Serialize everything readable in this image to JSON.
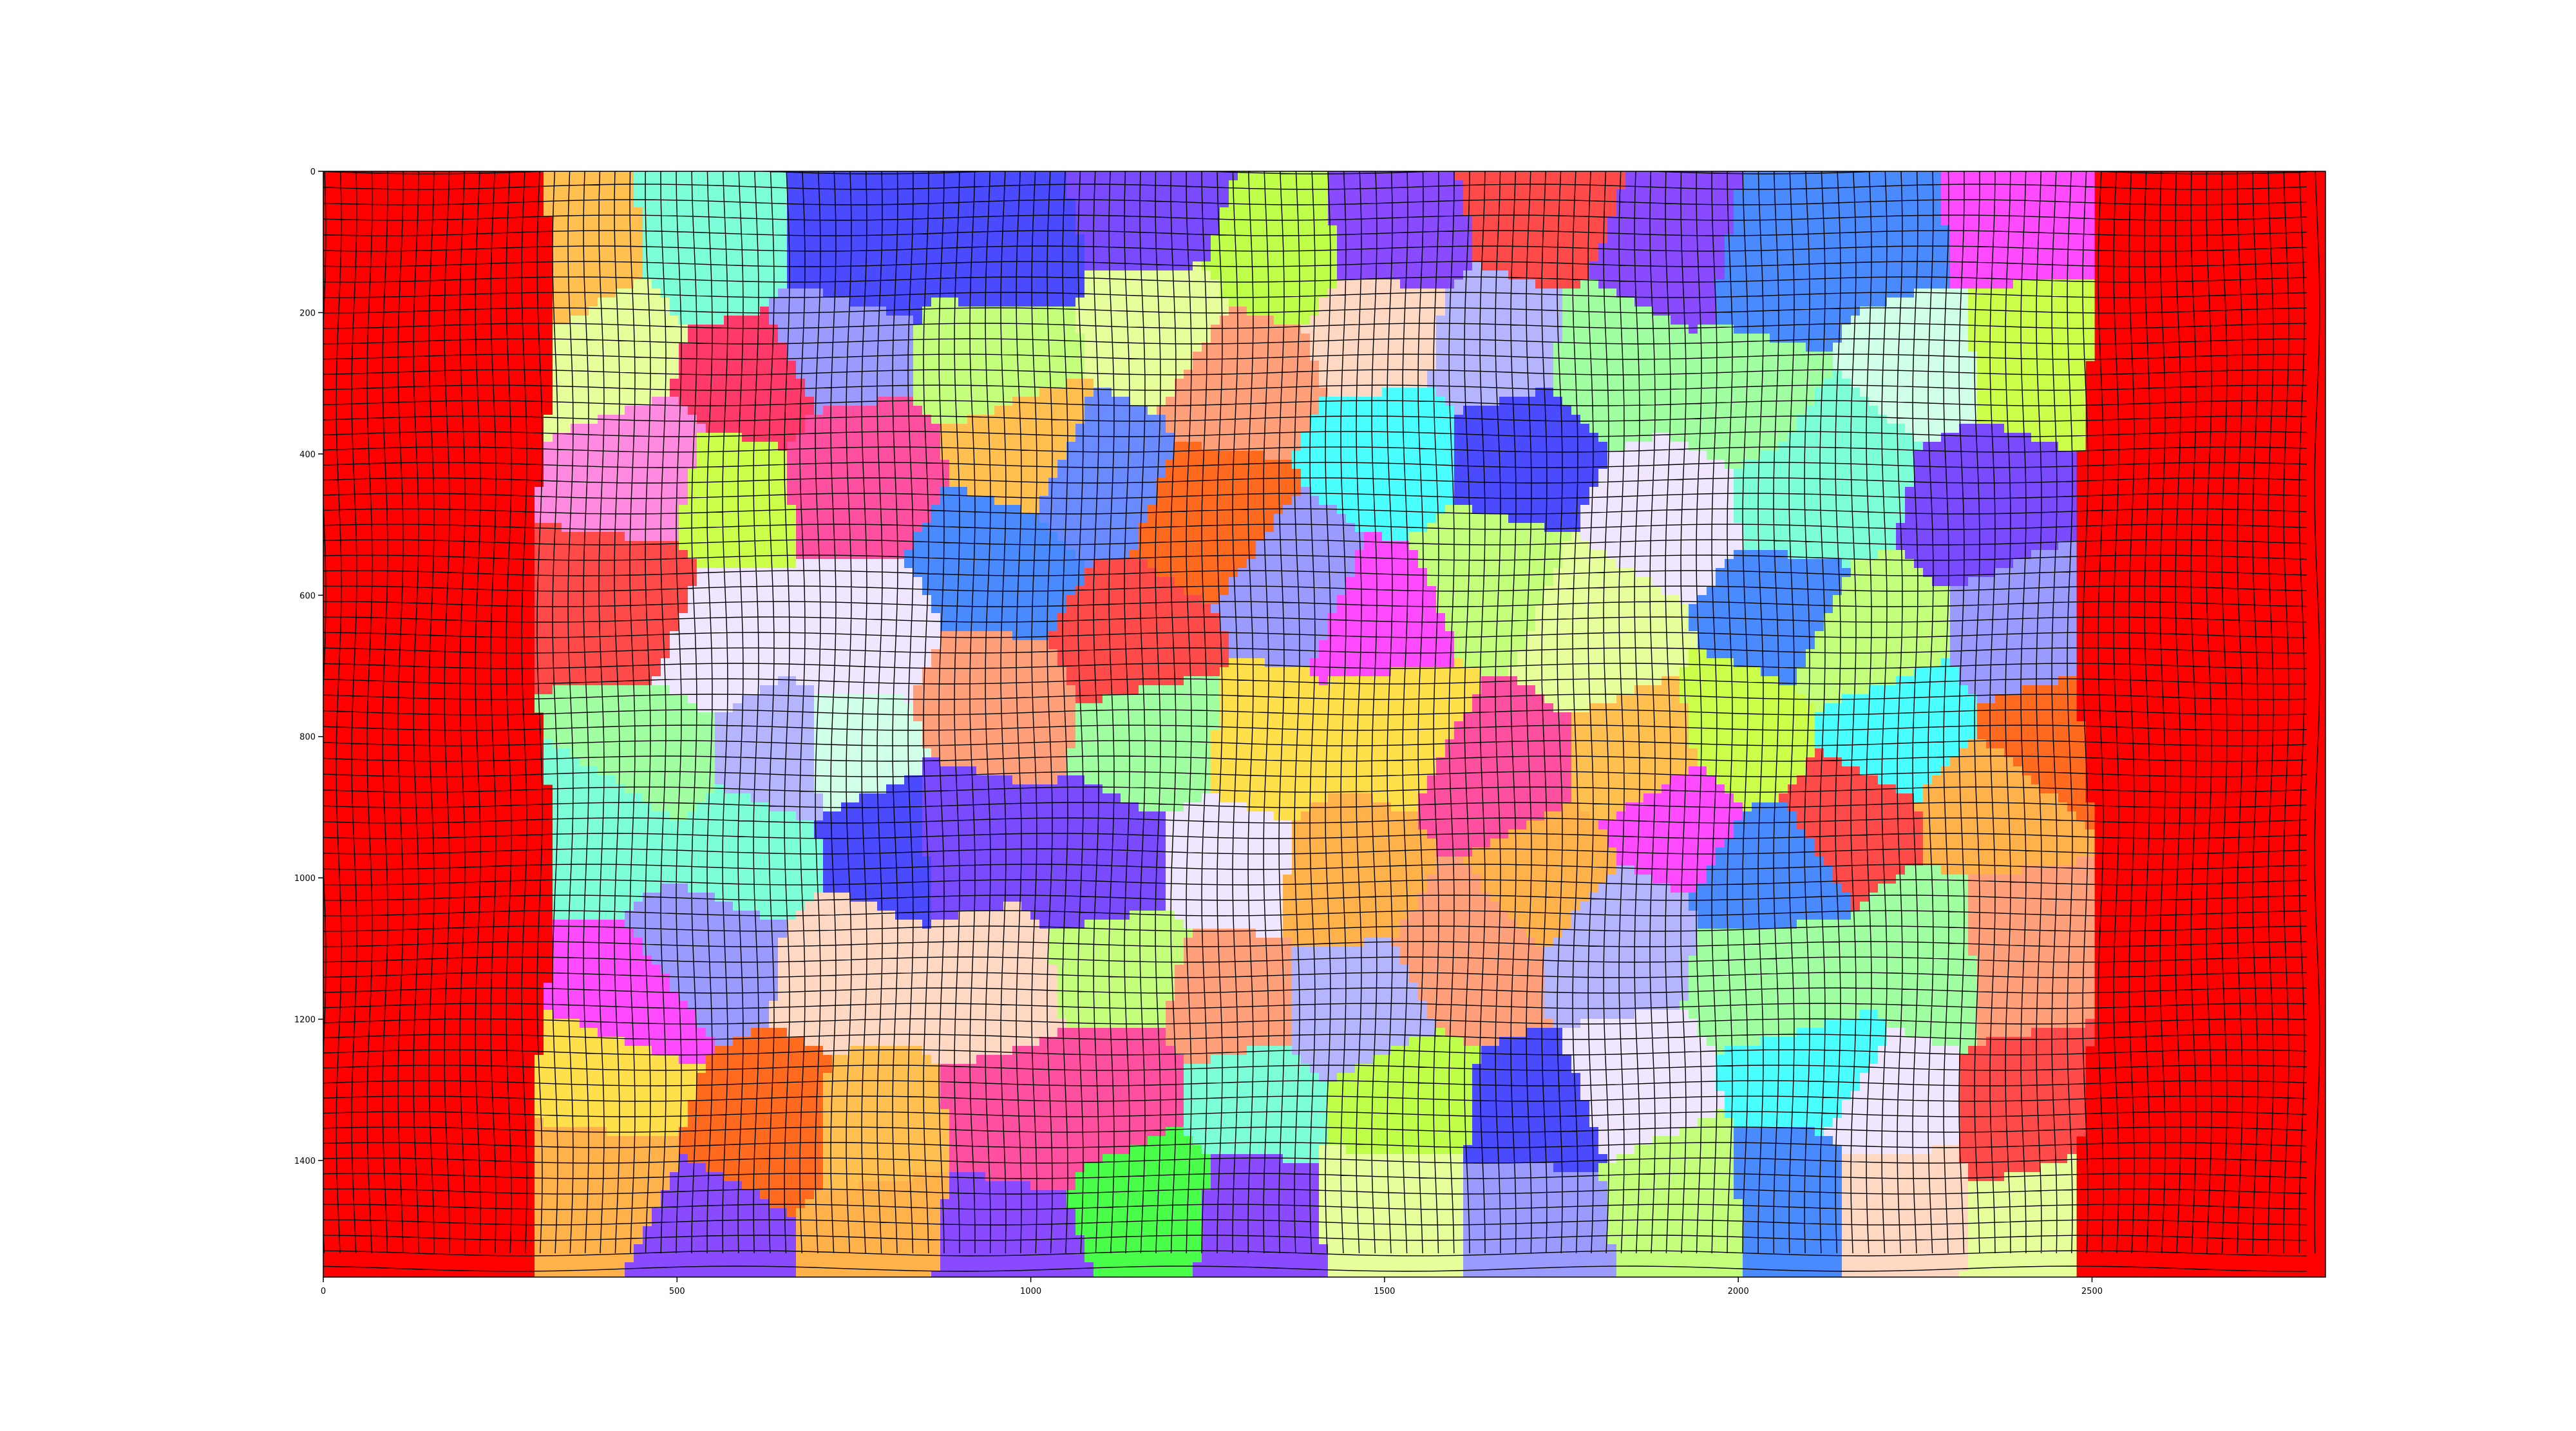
{
  "figure": {
    "type": "polycrystal mesh",
    "x_ticks": [
      {
        "value": 0,
        "label": "0"
      },
      {
        "value": 500,
        "label": "500"
      },
      {
        "value": 1000,
        "label": "1000"
      },
      {
        "value": 1500,
        "label": "1500"
      },
      {
        "value": 2000,
        "label": "2000"
      },
      {
        "value": 2500,
        "label": "2500"
      }
    ],
    "y_ticks": [
      {
        "value": 0,
        "label": "0"
      },
      {
        "value": 200,
        "label": "200"
      },
      {
        "value": 400,
        "label": "400"
      },
      {
        "value": 600,
        "label": "600"
      },
      {
        "value": 800,
        "label": "800"
      },
      {
        "value": 1000,
        "label": "1000"
      },
      {
        "value": 1200,
        "label": "1200"
      },
      {
        "value": 1400,
        "label": "1400"
      }
    ],
    "x_range": [
      0,
      2830
    ],
    "y_range": [
      0,
      1565
    ],
    "y_inverted": true,
    "mesh_line_color": "#000000",
    "border_grain_color": "#ff0000",
    "grain_palette": [
      "#ff6a1e",
      "#ff4fa0",
      "#ffc04f",
      "#4affff",
      "#7cffd9",
      "#bfff4a",
      "#7a4aff",
      "#4a4aff",
      "#f0e6ff",
      "#ff9a9a",
      "#ff4a4a",
      "#ffb24a",
      "#8a4aff",
      "#ff4aff",
      "#4aff4a",
      "#4a8aff",
      "#c4ff7c",
      "#9a9aff",
      "#e6ff9a",
      "#ff3a6a",
      "#ffd8c4",
      "#b4b4ff",
      "#4affcc",
      "#ffa07a",
      "#a0ffa0",
      "#ffe04a",
      "#d0ffe8",
      "#ccff4a",
      "#ff8ae0",
      "#6a8aff"
    ]
  }
}
